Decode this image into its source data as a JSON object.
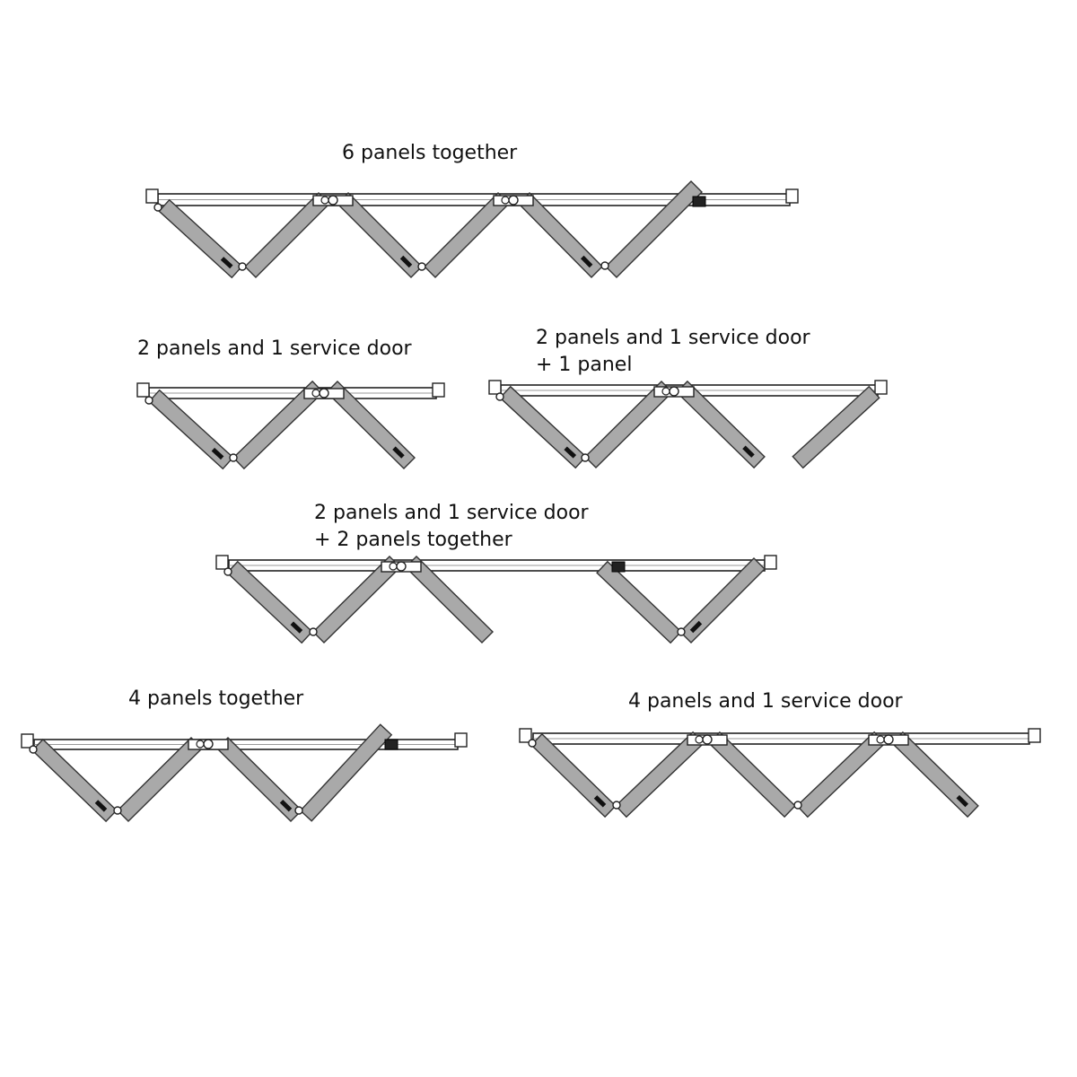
{
  "colors": {
    "panel_fill": "#a9a9a9",
    "panel_edge": "#333333",
    "rail_stroke": "#222222",
    "text": "#111111",
    "background": "#ffffff"
  },
  "configurations": [
    {
      "id": "six-together",
      "lines": [
        "6 panels together"
      ]
    },
    {
      "id": "two-plus-door",
      "lines": [
        "2 panels and 1 service door"
      ]
    },
    {
      "id": "two-door-one",
      "lines": [
        "2 panels and 1 service door",
        "+ 1 panel"
      ]
    },
    {
      "id": "two-door-two",
      "lines": [
        "2 panels and 1 service door",
        "+ 2 panels together"
      ]
    },
    {
      "id": "four-together",
      "lines": [
        "4 panels together"
      ]
    },
    {
      "id": "four-plus-door",
      "lines": [
        "4 panels and 1 service door"
      ]
    }
  ]
}
